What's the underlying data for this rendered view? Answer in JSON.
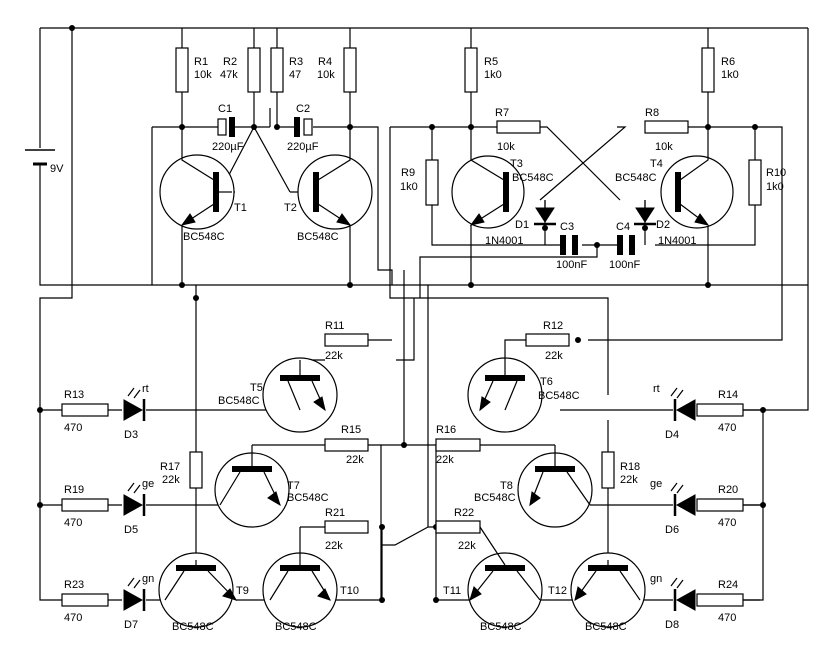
{
  "battery": {
    "label": "9V"
  },
  "resistors": [
    {
      "name": "R1",
      "value": "10k"
    },
    {
      "name": "R2",
      "value": "47k"
    },
    {
      "name": "R3",
      "value": "47"
    },
    {
      "name": "R4",
      "value": "10k"
    },
    {
      "name": "R5",
      "value": "1k0"
    },
    {
      "name": "R6",
      "value": "1k0"
    },
    {
      "name": "R7",
      "value": "10k"
    },
    {
      "name": "R8",
      "value": "10k"
    },
    {
      "name": "R9",
      "value": "1k0"
    },
    {
      "name": "R10",
      "value": "1k0"
    },
    {
      "name": "R11",
      "value": "22k"
    },
    {
      "name": "R12",
      "value": "22k"
    },
    {
      "name": "R13",
      "value": "470"
    },
    {
      "name": "R14",
      "value": "470"
    },
    {
      "name": "R15",
      "value": "22k"
    },
    {
      "name": "R16",
      "value": "22k"
    },
    {
      "name": "R17",
      "value": "22k"
    },
    {
      "name": "R18",
      "value": "22k"
    },
    {
      "name": "R19",
      "value": "470"
    },
    {
      "name": "R20",
      "value": "470"
    },
    {
      "name": "R21",
      "value": "22k"
    },
    {
      "name": "R22",
      "value": "22k"
    },
    {
      "name": "R23",
      "value": "470"
    },
    {
      "name": "R24",
      "value": "470"
    }
  ],
  "capacitors": [
    {
      "name": "C1",
      "value": "220µF"
    },
    {
      "name": "C2",
      "value": "220µF"
    },
    {
      "name": "C3",
      "value": "100nF"
    },
    {
      "name": "C4",
      "value": "100nF"
    }
  ],
  "transistors": [
    {
      "name": "T1",
      "type": "BC548C"
    },
    {
      "name": "T2",
      "type": "BC548C"
    },
    {
      "name": "T3",
      "type": "BC548C"
    },
    {
      "name": "T4",
      "type": "BC548C"
    },
    {
      "name": "T5",
      "type": "BC548C"
    },
    {
      "name": "T6",
      "type": "BC548C"
    },
    {
      "name": "T7",
      "type": "BC548C"
    },
    {
      "name": "T8",
      "type": "BC548C"
    },
    {
      "name": "T9",
      "type": "BC548C"
    },
    {
      "name": "T10",
      "type": "BC548C"
    },
    {
      "name": "T11",
      "type": "BC548C"
    },
    {
      "name": "T12",
      "type": "BC548C"
    }
  ],
  "diodes": [
    {
      "name": "D1",
      "type": "1N4001"
    },
    {
      "name": "D2",
      "type": "1N4001"
    }
  ],
  "leds": [
    {
      "name": "D3",
      "color": "rt"
    },
    {
      "name": "D4",
      "color": "rt"
    },
    {
      "name": "D5",
      "color": "ge"
    },
    {
      "name": "D6",
      "color": "ge"
    },
    {
      "name": "D7",
      "color": "gn"
    },
    {
      "name": "D8",
      "color": "gn"
    }
  ]
}
